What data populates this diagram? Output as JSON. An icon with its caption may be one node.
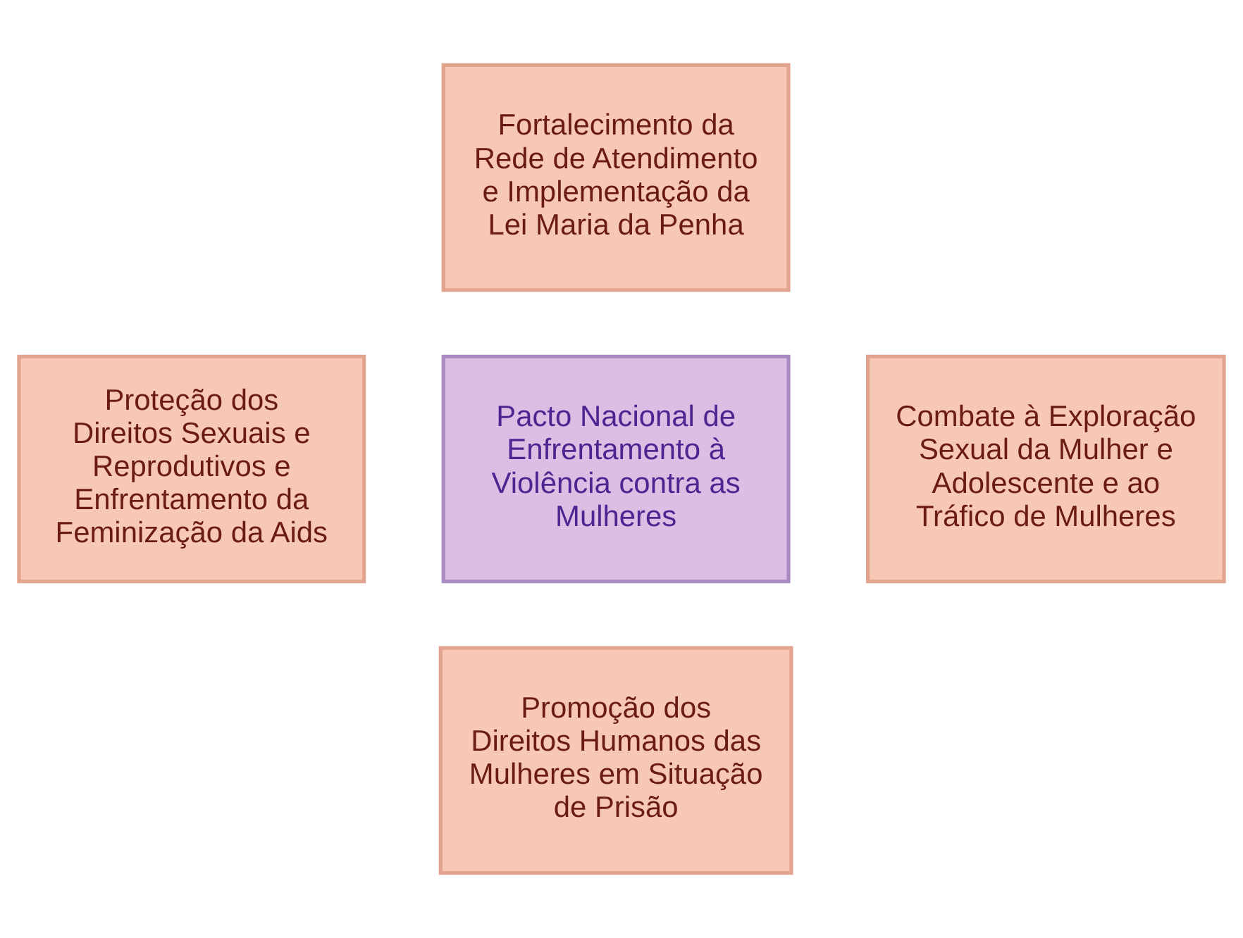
{
  "diagram": {
    "nodes": [
      {
        "text": [
          "Fortalecimento da Rede de Atendimento e Implementação da Lei Maria da Penha"
        ]
      },
      {
        "text": [
          "Proteção dos Direitos Sexuais e Reprodutivos e Enfrentamento da Feminização da Aids"
        ]
      },
      {
        "text": [
          "Pacto Nacional de Enfrentamento à Violência contra as Mulheres"
        ]
      },
      {
        "text": [
          "Combate à Exploração Sexual da Mulher e Adolescente e ao Tráfico de Mulheres"
        ]
      },
      {
        "text": [
          "Promoção dos Direitos Humanos das Mulheres em Situação de Prisão"
        ]
      }
    ]
  }
}
